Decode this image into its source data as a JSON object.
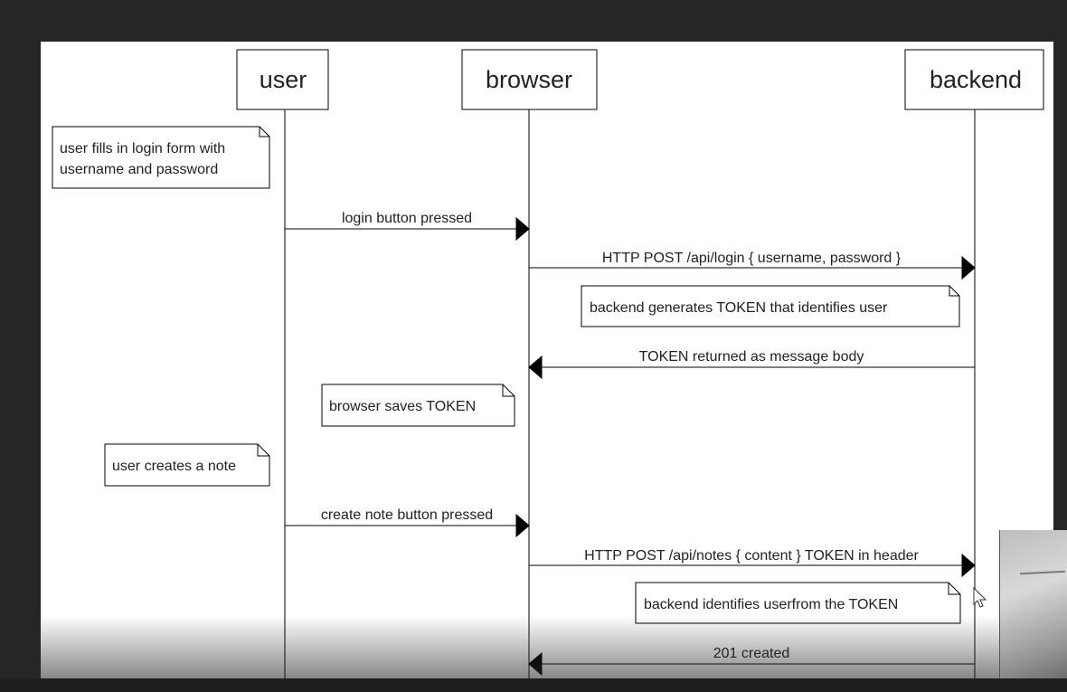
{
  "participants": [
    "user",
    "browser",
    "backend"
  ],
  "messages": [
    "login button pressed",
    "HTTP POST /api/login { username, password }",
    "TOKEN returned as message body",
    "create note button pressed",
    "HTTP POST /api/notes { content } TOKEN in header",
    "201 created"
  ],
  "notes": {
    "user_fills": [
      "user fills in login form with",
      "username and password"
    ],
    "backend_generates": "backend generates TOKEN that identifies user",
    "browser_saves": "browser saves TOKEN",
    "user_creates": "user creates a note",
    "backend_identifies": "backend identifies userfrom the TOKEN"
  },
  "colors": {
    "background": "#262626",
    "canvas": "#ffffff",
    "stroke": "#000000"
  }
}
